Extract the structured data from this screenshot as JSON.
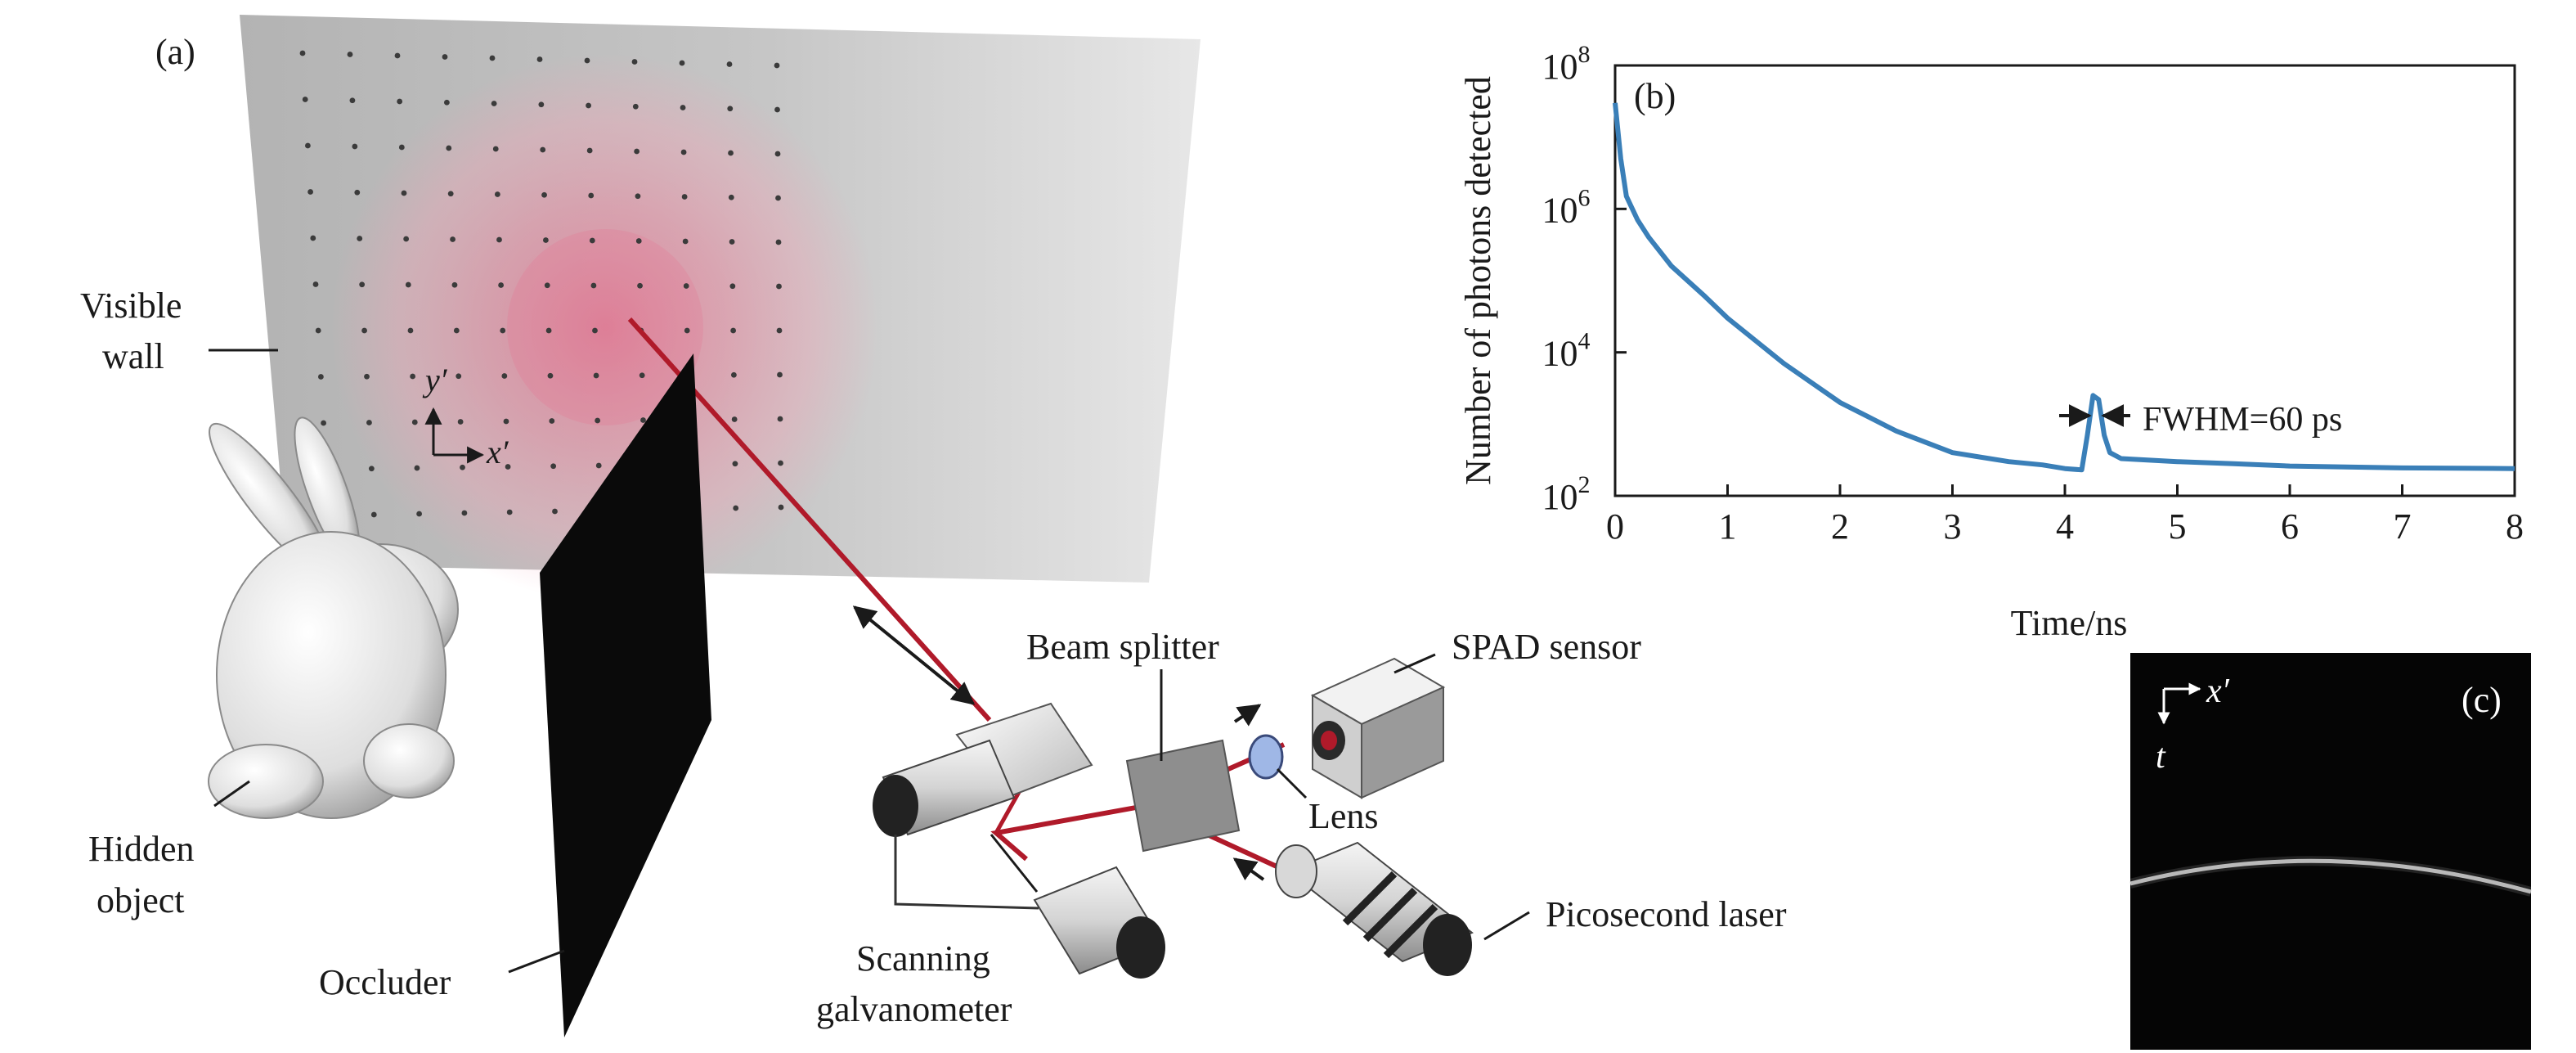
{
  "panel_a": {
    "label": "(a)",
    "visible_wall_line1": "Visible",
    "visible_wall_line2": "wall",
    "axis_y": "y′",
    "axis_x": "x′",
    "hidden_object_line1": "Hidden",
    "hidden_object_line2": "object",
    "occluder": "Occluder",
    "beam_splitter": "Beam splitter",
    "spad_sensor": "SPAD sensor",
    "lens": "Lens",
    "scanning_line1": "Scanning",
    "scanning_line2": "galvanometer",
    "picosecond_laser": "Picosecond laser"
  },
  "panel_b": {
    "label": "(b)",
    "fwhm": "FWHM=60 ps"
  },
  "panel_c": {
    "label": "(c)",
    "axis_x": "x′",
    "axis_t": "t"
  },
  "colors": {
    "curve": "#3a7fb8",
    "laser": "#b01a2a",
    "wall": "#bdbdbd",
    "glow": "#f06b8a"
  },
  "chart_data": {
    "type": "line",
    "title": "",
    "xlabel": "Time/ns",
    "ylabel": "Number of photons detected",
    "xlim": [
      0,
      8
    ],
    "ylim_log10": [
      2,
      8
    ],
    "y_scale": "log",
    "x_ticks": [
      "0",
      "1",
      "2",
      "3",
      "4",
      "5",
      "6",
      "7",
      "8"
    ],
    "y_ticks": [
      {
        "value": 100,
        "base": "10",
        "exp": "2"
      },
      {
        "value": 10000,
        "base": "10",
        "exp": "4"
      },
      {
        "value": 1000000,
        "base": "10",
        "exp": "6"
      },
      {
        "value": 100000000,
        "base": "10",
        "exp": "8"
      }
    ],
    "grid": false,
    "series": [
      {
        "x": [
          0,
          0.05,
          0.1,
          0.2,
          0.3,
          0.5,
          0.8,
          1.0,
          1.5,
          2.0,
          2.5,
          3.0,
          3.5,
          3.8,
          4.0,
          4.15,
          4.2,
          4.25,
          4.3,
          4.35,
          4.4,
          4.5,
          5.0,
          5.5,
          6.0,
          7.0,
          8.0
        ],
        "y": [
          30000000,
          5000000,
          1500000,
          700000,
          400000,
          160000,
          60000,
          30000,
          7000,
          2000,
          800,
          400,
          300,
          270,
          240,
          230,
          700,
          2500,
          2200,
          700,
          400,
          330,
          300,
          280,
          260,
          245,
          240
        ]
      }
    ],
    "annotations": [
      "FWHM=60 ps"
    ]
  }
}
